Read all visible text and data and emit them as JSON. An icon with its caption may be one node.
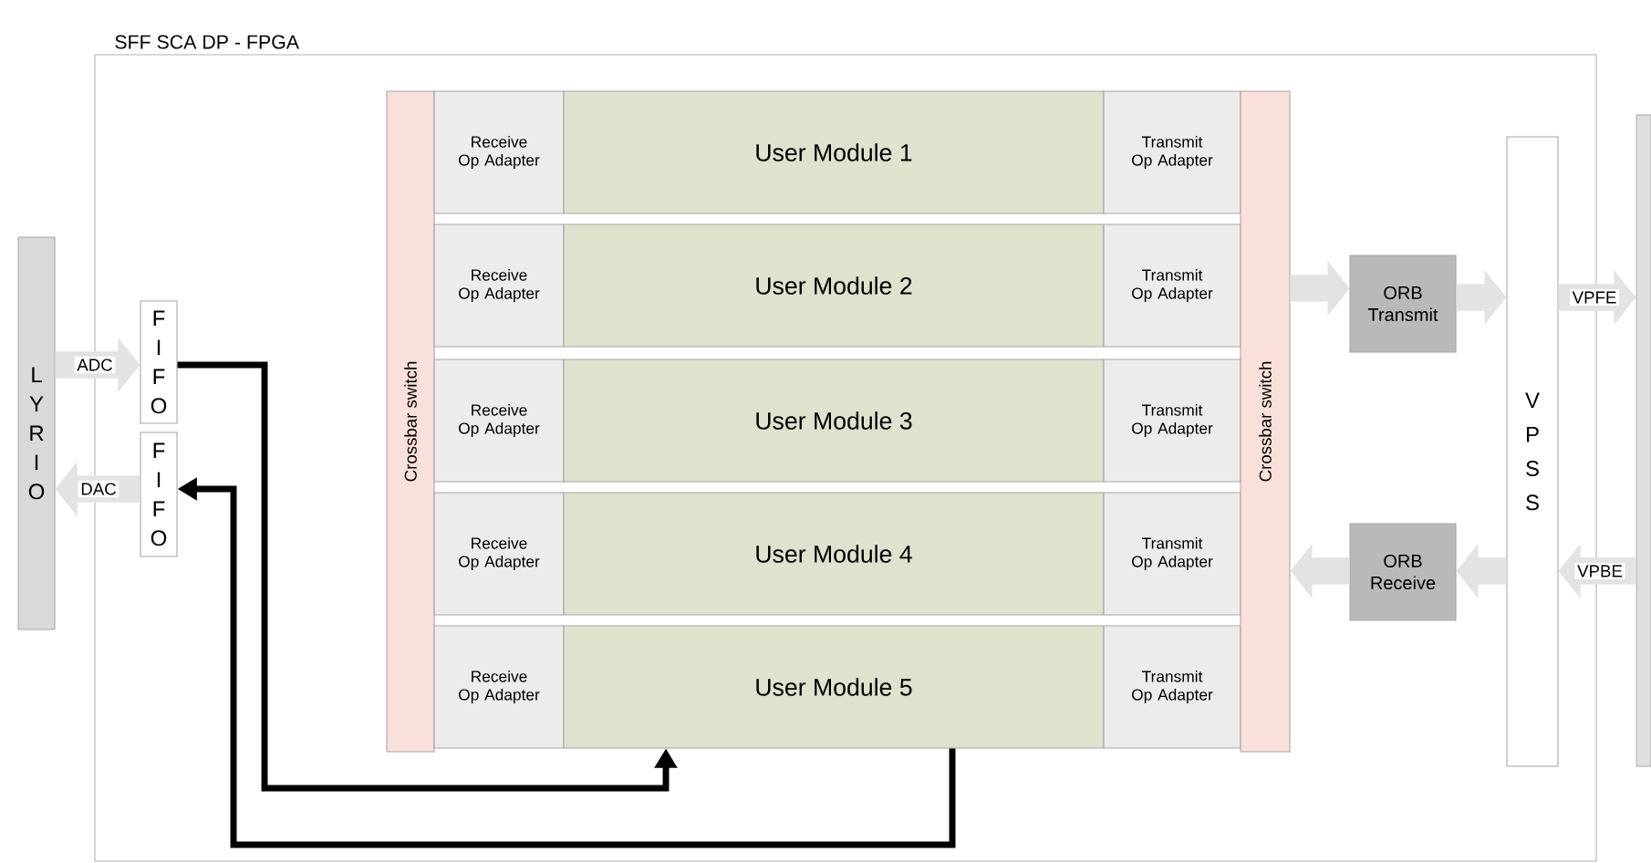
{
  "diagram": {
    "nodes": [
      {
        "text": [
          "SFF SCA DP - FPGA"
        ]
      },
      {
        "text": [
          "L Y R I O"
        ]
      },
      {
        "text": [
          "F I F O"
        ],
        "in": 0
      },
      {
        "text": [
          "F I F O"
        ],
        "in": 0
      },
      {
        "text": [
          "Crossbar switch"
        ],
        "in": 0
      },
      {
        "text": [
          "Receive Op Adapter"
        ],
        "in": 0
      },
      {
        "text": [
          "User Module 1"
        ],
        "in": 0
      },
      {
        "text": [
          "Transmit Op Adapter"
        ],
        "in": 0
      },
      {
        "text": [
          "Receive Op Adapter"
        ],
        "in": 0
      },
      {
        "text": [
          "User Module 2"
        ],
        "in": 0
      },
      {
        "text": [
          "Transmit Op Adapter"
        ],
        "in": 0
      },
      {
        "text": [
          "Receive Op Adapter"
        ],
        "in": 0
      },
      {
        "text": [
          "User Module 3"
        ],
        "in": 0
      },
      {
        "text": [
          "Transmit Op Adapter"
        ],
        "in": 0
      },
      {
        "text": [
          "Receive Op Adapter"
        ],
        "in": 0
      },
      {
        "text": [
          "User Module 4"
        ],
        "in": 0
      },
      {
        "text": [
          "Transmit Op Adapter"
        ],
        "in": 0
      },
      {
        "text": [
          "Receive Op Adapter"
        ],
        "in": 0
      },
      {
        "text": [
          "User Module 5"
        ],
        "in": 0
      },
      {
        "text": [
          "Transmit Op Adapter"
        ],
        "in": 0
      },
      {
        "text": [
          "Crossbar switch"
        ],
        "in": 0
      },
      {
        "text": [
          "ORB Transmit"
        ],
        "in": 0
      },
      {
        "text": [
          "ORB Receive"
        ],
        "in": 0
      },
      {
        "text": [
          "V P S S"
        ],
        "in": 0
      },
      {
        "text": [],
        "shape": "box"
      }
    ],
    "edges": [
      {
        "from": 1,
        "to": 2,
        "arrow": "to",
        "label": "ADC"
      },
      {
        "from": 3,
        "to": 1,
        "arrow": "to",
        "label": "DAC"
      },
      {
        "from": 20,
        "to": 21,
        "arrow": "to"
      },
      {
        "from": 21,
        "to": 23,
        "arrow": "to"
      },
      {
        "from": 23,
        "to": 22,
        "arrow": "to"
      },
      {
        "from": 22,
        "to": 20,
        "arrow": "to"
      },
      {
        "from": 23,
        "to": 24,
        "arrow": "to",
        "label": "VPFE"
      },
      {
        "from": 24,
        "to": 23,
        "arrow": "to",
        "label": "VPBE"
      },
      {
        "from": 2,
        "to": 18,
        "arrow": "to",
        "color": "#000000"
      },
      {
        "from": 18,
        "to": 3,
        "arrow": "to",
        "color": "#000000"
      }
    ]
  }
}
